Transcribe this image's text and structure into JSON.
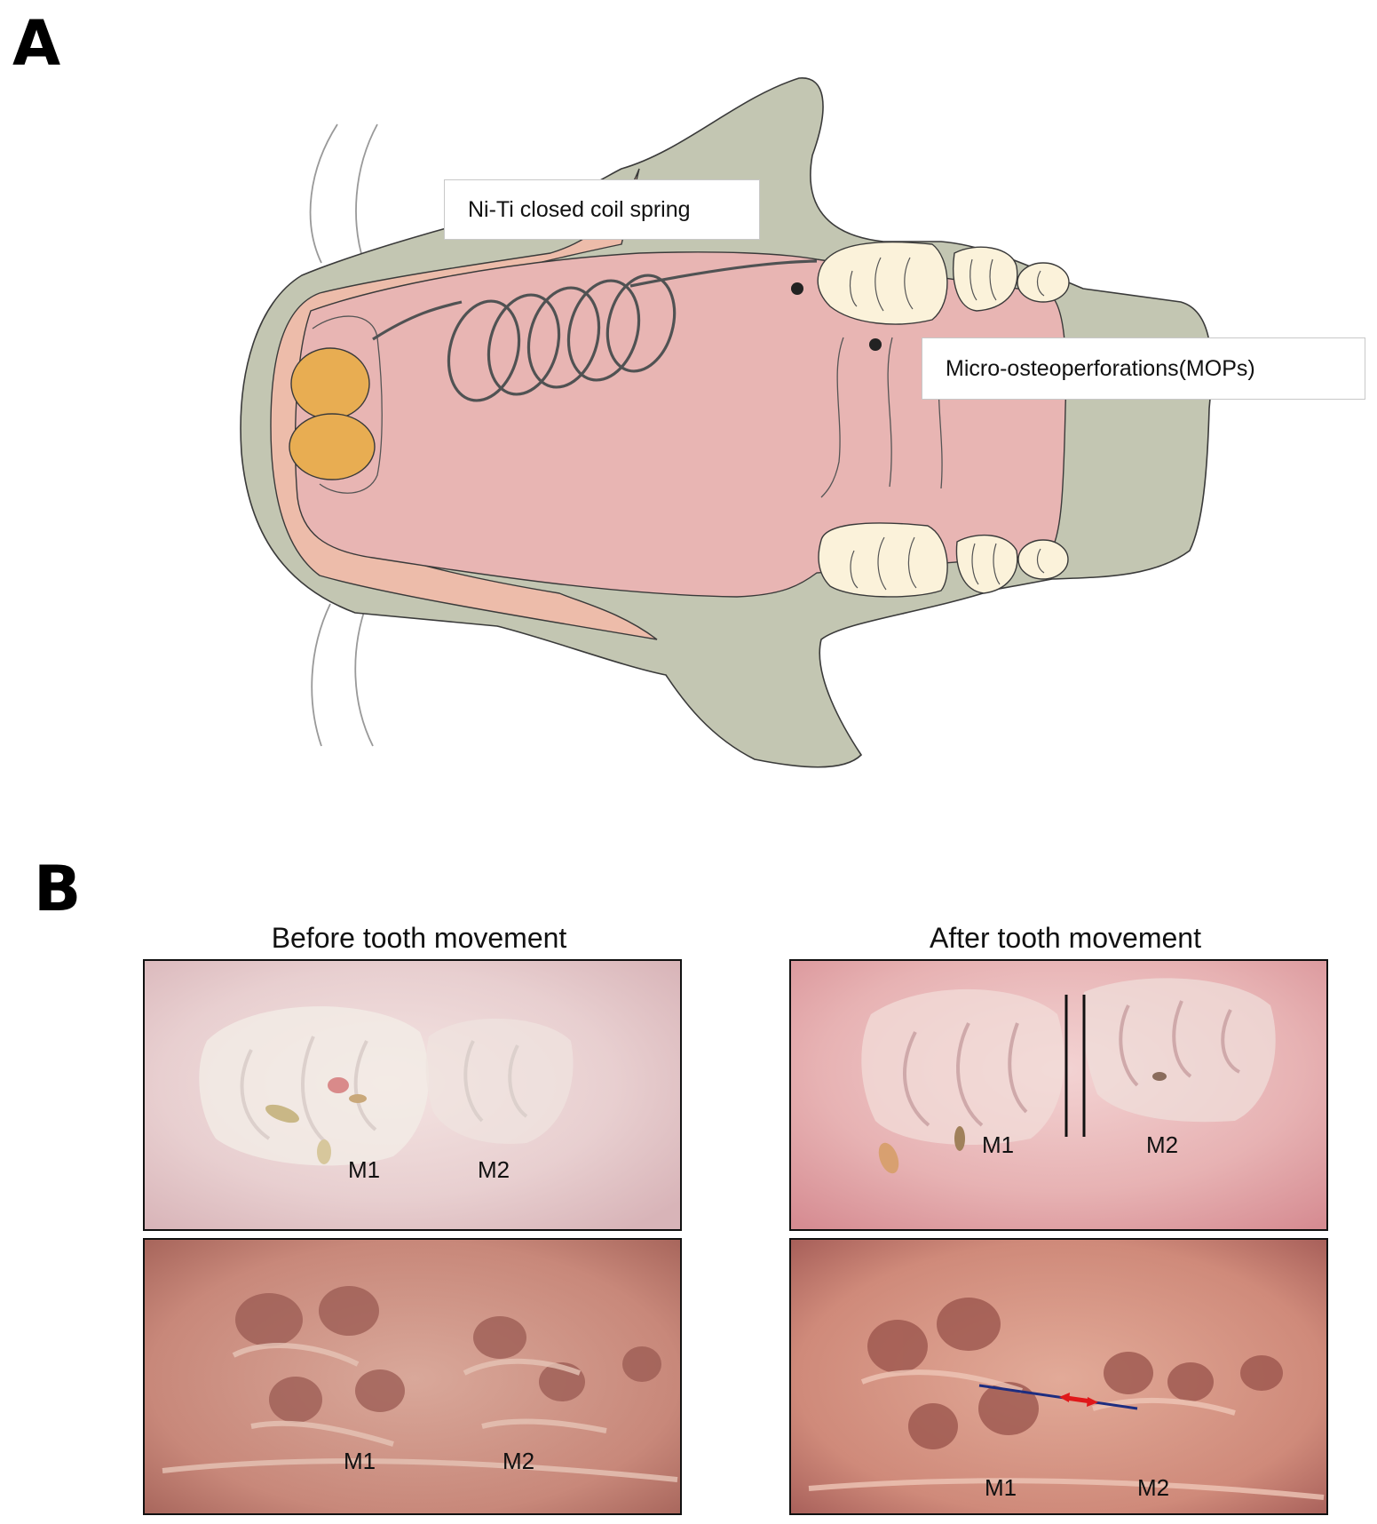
{
  "panel_a": {
    "letter": "A",
    "callouts": {
      "coil_spring": "Ni-Ti closed coil spring",
      "mops": "Micro-osteoperforations(MOPs)"
    }
  },
  "panel_b": {
    "letter": "B",
    "before_title": "Before tooth movement",
    "after_title": "After tooth movement",
    "labels": {
      "m1": "M1",
      "m2": "M2"
    }
  },
  "colors": {
    "bone": "#c3c6b2",
    "gingiva": "#edbcaa",
    "palate": "#e8b5b3",
    "incisor": "#e8ad52",
    "molar": "#fbf2da",
    "spring": "#505253",
    "measure_line": "#1d2d80",
    "measure_arrow": "#e0181a"
  }
}
